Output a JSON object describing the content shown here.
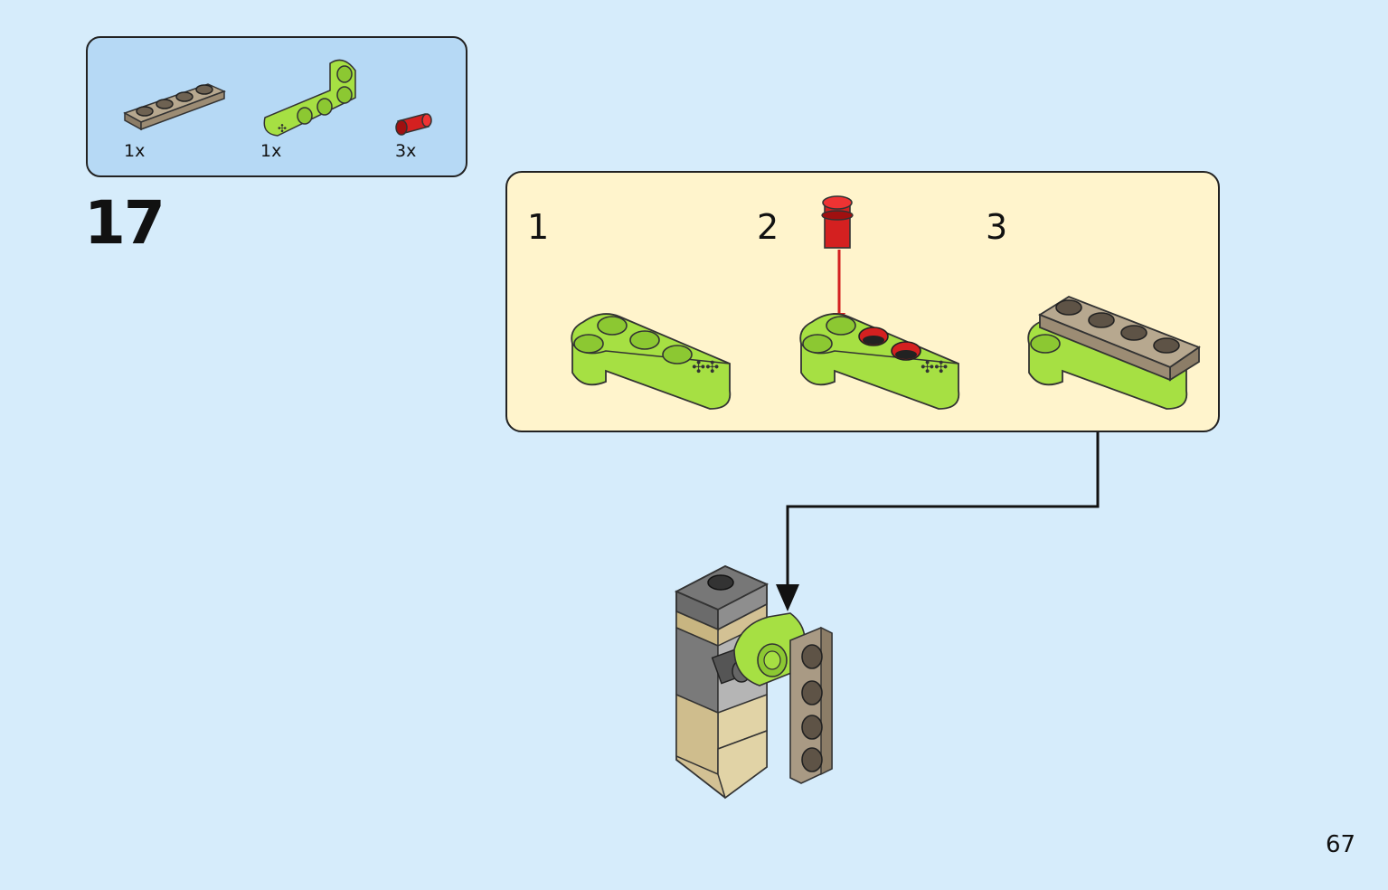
{
  "step_number": "17",
  "page_number": "67",
  "parts_list": [
    {
      "name": "tan-plate-1x4",
      "quantity": "1x",
      "color": "#a99a84"
    },
    {
      "name": "lime-l-beam",
      "quantity": "1x",
      "color": "#a6e043"
    },
    {
      "name": "red-pin",
      "quantity": "3x",
      "color": "#d42020"
    }
  ],
  "substeps": [
    {
      "label": "1"
    },
    {
      "label": "2"
    },
    {
      "label": "3"
    }
  ],
  "colors": {
    "background": "#d6ecfb",
    "parts_box": "#b6d9f5",
    "substep_box": "#fff4cc",
    "lime": "#a6e043",
    "tan": "#a99a84",
    "red": "#d42020",
    "arrow": "#d42020"
  }
}
